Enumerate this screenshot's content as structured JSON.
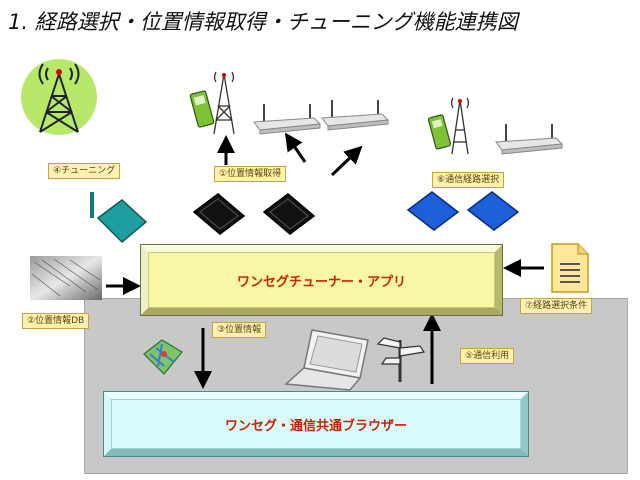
{
  "title": "1. 経路選択・位置情報取得・チューニング機能連携図",
  "labels": {
    "tuning": "④チューニング",
    "position_get": "①位置情報取得",
    "comm_route": "⑥通信経路選択",
    "position_db": "②位置情報DB",
    "position_info": "③位置情報",
    "route_conditions": "⑦経路選択条件",
    "comm_use": "⑤通信利用"
  },
  "boxes": {
    "app": "ワンセグチューナー・アプリ",
    "browser": "ワンセグ・通信共通ブラウザー"
  },
  "colors": {
    "app_fill": "#f7f7a6",
    "browser_fill": "#d8fafa",
    "box_text": "#d02000",
    "label_fill": "#fff2b0",
    "panel_gray": "#c8c8c8"
  },
  "icons": [
    "broadcast-tower-icon",
    "mobile-phone-icon",
    "antenna-tower-icon",
    "wifi-router-icon",
    "memory-card-icon",
    "document-icon",
    "map-icon",
    "laptop-icon",
    "signpost-icon",
    "database-icon"
  ]
}
